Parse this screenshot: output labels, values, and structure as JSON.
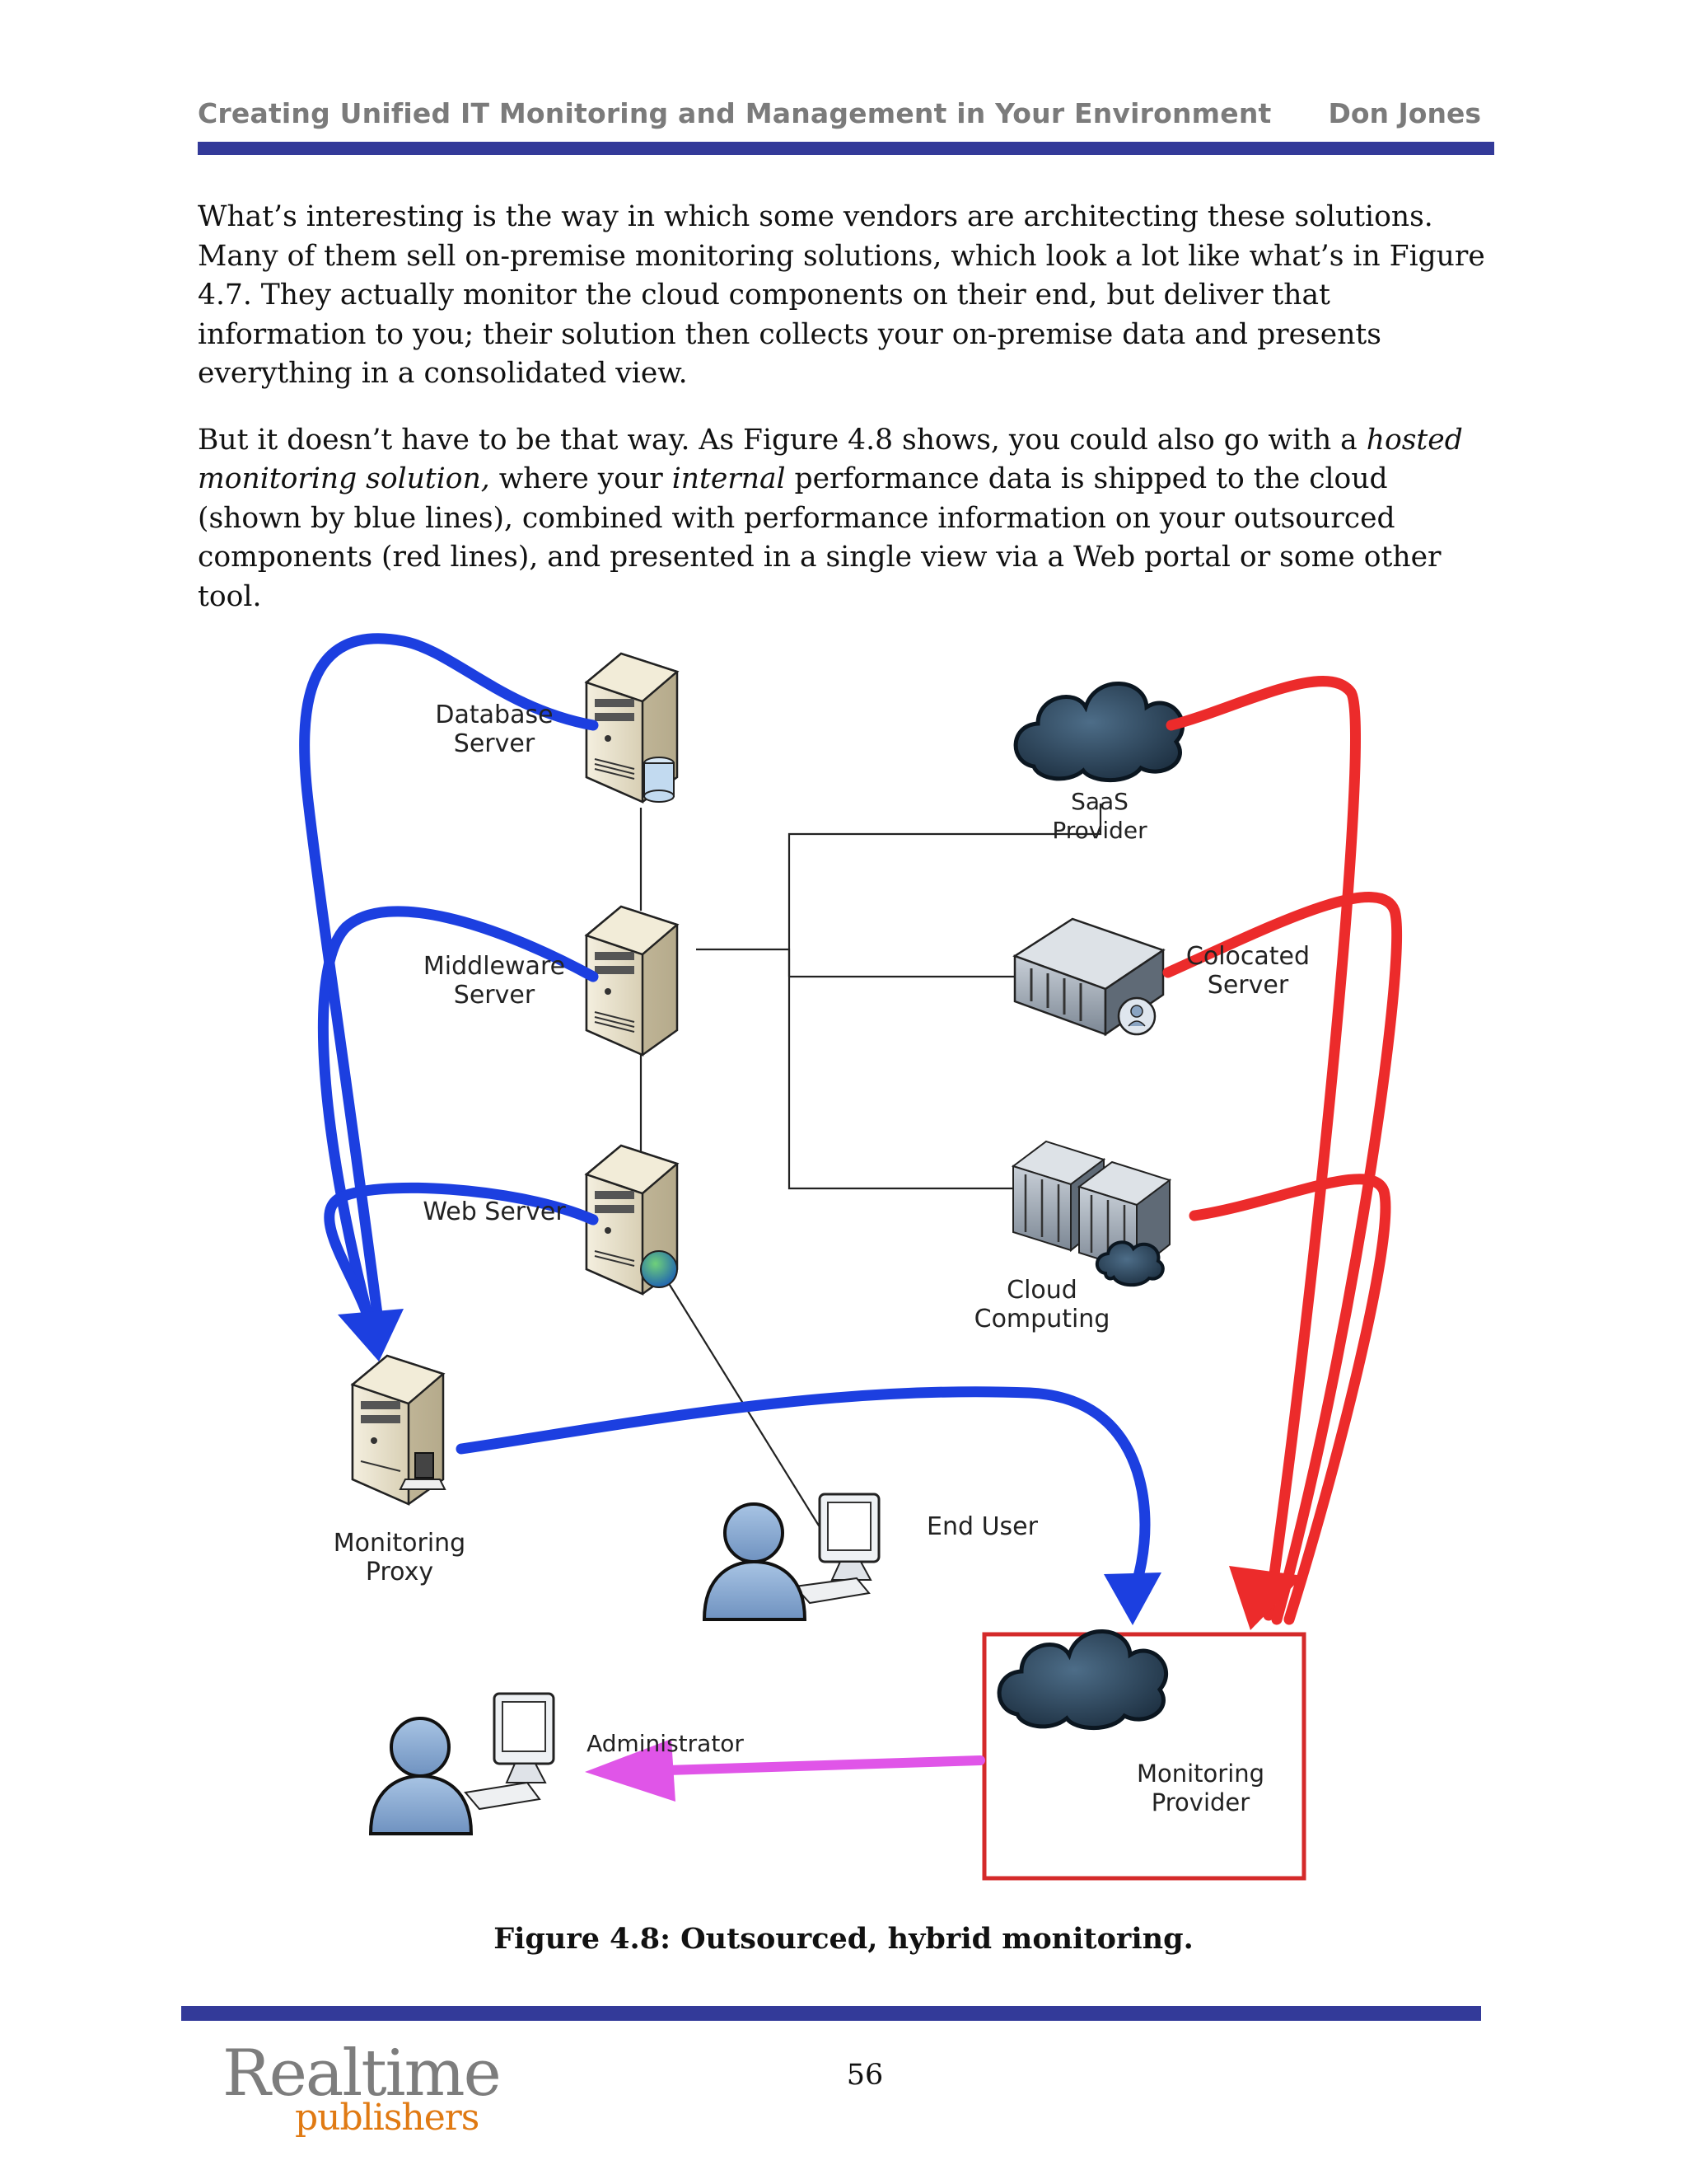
{
  "header": {
    "title": "Creating Unified IT Monitoring and Management in Your Environment",
    "author": "Don Jones"
  },
  "paragraphs": [
    {
      "runs": [
        {
          "text": "What’s interesting is the way in which some vendors are architecting these solutions. Many of them sell on-premise monitoring solutions, which look a lot like what’s in Figure 4.7. They actually monitor the cloud components on their end, but deliver that information to you; their solution then collects your on-premise data and presents everything in a consolidated view.",
          "italic": false
        }
      ]
    },
    {
      "runs": [
        {
          "text": "But it doesn’t have to be that way. As Figure 4.8 shows, you could also go with a ",
          "italic": false
        },
        {
          "text": "hosted monitoring solution,",
          "italic": true
        },
        {
          "text": " where your ",
          "italic": false
        },
        {
          "text": "internal",
          "italic": true
        },
        {
          "text": " performance data is shipped to the cloud (shown by blue lines), combined with performance information on your outsourced components (red lines), and presented in a single view via a Web portal or some other tool.",
          "italic": false
        }
      ]
    }
  ],
  "figure": {
    "labels": {
      "database_server": "Database\nServer",
      "middleware_server": "Middleware\nServer",
      "web_server": "Web Server",
      "saas_provider": "SaaS\nProvider",
      "colocated_server": "Colocated\nServer",
      "cloud_computing": "Cloud\nComputing",
      "monitoring_proxy": "Monitoring\nProxy",
      "end_user": "End User",
      "administrator": "Administrator",
      "monitoring_provider": "Monitoring\nProvider"
    },
    "colors": {
      "internal_flow": "#1c3fe0",
      "outsourced_flow": "#ec2b2b",
      "admin_flow": "#e055e8",
      "provider_box": "#d42a2a"
    }
  },
  "caption": "Figure 4.8: Outsourced, hybrid monitoring.",
  "footer": {
    "logo_top": "Realtime",
    "logo_bottom": "publishers",
    "page_number": "56"
  }
}
